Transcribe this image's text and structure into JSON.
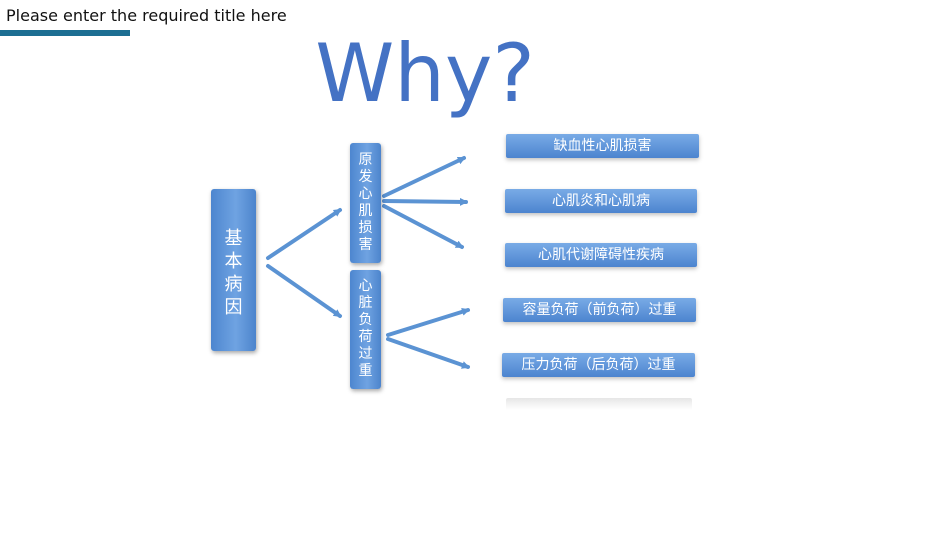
{
  "slide": {
    "title": "Please enter the required title here",
    "heading": "Why?"
  },
  "diagram": {
    "root": "基本病因",
    "branches": [
      {
        "label": "原发心肌损害",
        "items": [
          "缺血性心肌损害",
          "心肌炎和心肌病",
          "心肌代谢障碍性疾病"
        ]
      },
      {
        "label": "心脏负荷过重",
        "items": [
          "容量负荷（前负荷）过重",
          "压力负荷（后负荷）过重"
        ]
      }
    ]
  },
  "colors": {
    "heading": "#4472c4",
    "box": "#5b93d8",
    "arrow": "#5b93d3",
    "title_bar": "#1d6e92"
  }
}
